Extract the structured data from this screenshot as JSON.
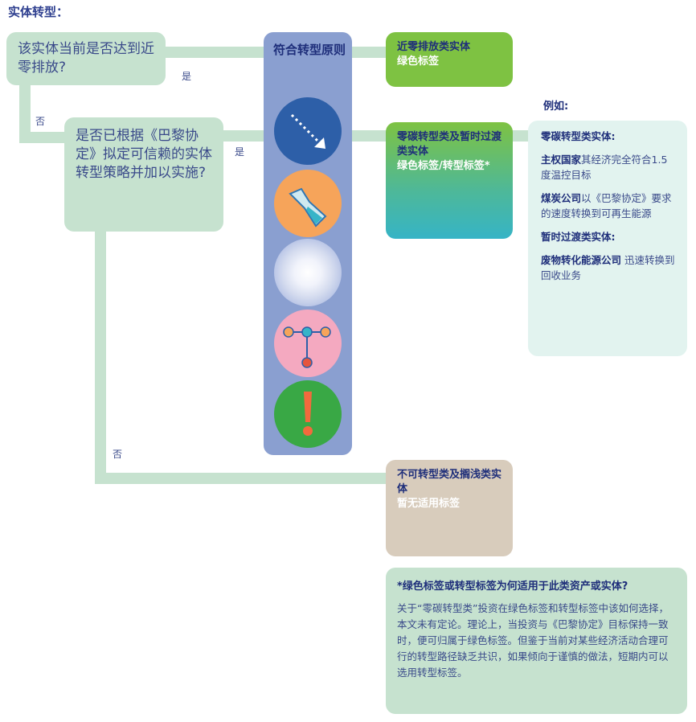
{
  "title": "实体转型：",
  "questions": {
    "q1": "该实体当前是否达到近零排放?",
    "q2": "是否已根据《巴黎协定》拟定可信赖的实体转型策略并加以实施?"
  },
  "labels": {
    "yes1": "是",
    "no1": "否",
    "yes2": "是",
    "no2": "否"
  },
  "column": {
    "title": "符合转型原则"
  },
  "icons": [
    "arrow-icon",
    "flask-icon",
    "glow-icon",
    "network-icon",
    "exclamation-icon"
  ],
  "outcomes": {
    "near_zero": {
      "title": "近零排放类实体",
      "tag": "绿色标签"
    },
    "zero_carbon": {
      "title": "零碳转型类及暂时过渡类实体",
      "tag": "绿色标签/转型标签*"
    },
    "stranded": {
      "title": "不可转型类及搁浅类实体",
      "tag": "暂无适用标签"
    }
  },
  "examples": {
    "heading": "例如:",
    "zc_head": "零碳转型类实体:",
    "ex1_bold": "主权国家",
    "ex1_text": "其经济完全符合1.5度温控目标",
    "ex2_bold": "煤炭公司",
    "ex2_text": "以《巴黎协定》要求的速度转换到可再生能源",
    "tr_head": "暂时过渡类实体:",
    "ex3_bold": "废物转化能源公司",
    "ex3_text": " 迅速转换到回收业务"
  },
  "note": {
    "title": "*绿色标签或转型标签为何适用于此类资产或实体?",
    "body": "关于“零碳转型类”投资在绿色标签和转型标签中该如何选择，本文未有定论。理论上，当投资与《巴黎协定》目标保持一致时，便可归属于绿色标签。但鉴于当前对某些经济活动合理可行的转型路径缺乏共识，如果倾向于谨慎的做法，短期内可以选用转型标签。"
  },
  "colors": {
    "connector": "#c6e2cf",
    "column": "#8a9fd0",
    "green": "#7ec242",
    "teal": "#36b4c6",
    "stranded": "#d8ccbc",
    "example_bg": "#e2f3ef"
  }
}
